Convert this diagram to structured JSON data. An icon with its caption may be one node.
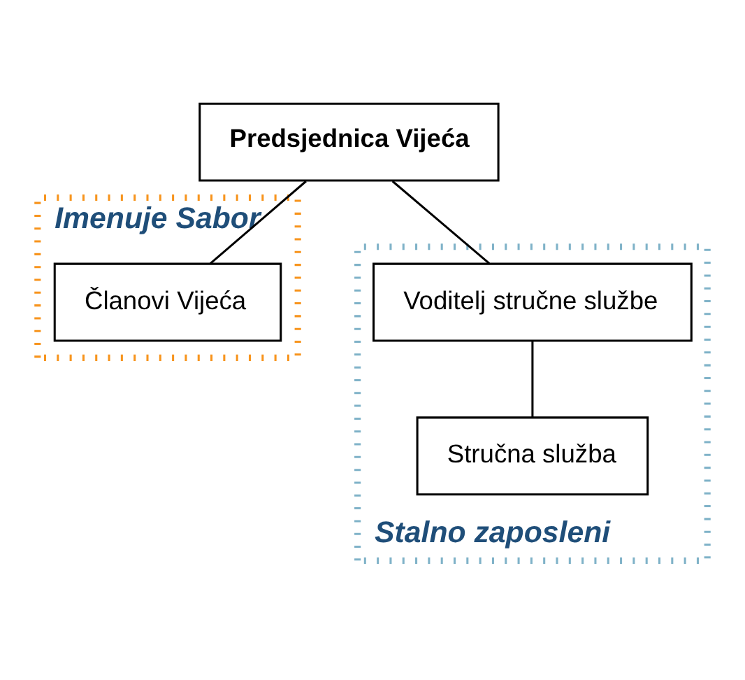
{
  "diagram": {
    "nodes": [
      {
        "text": [
          "Imenuje Sabor"
        ]
      },
      {
        "text": [
          "Stalno zaposleni"
        ]
      },
      {
        "text": [
          "Predsjednica Vijeća"
        ]
      },
      {
        "text": [
          "Članovi Vijeća"
        ],
        "in": 0
      },
      {
        "text": [
          "Voditelj stručne službe"
        ],
        "in": 1
      },
      {
        "text": [
          "Stručna služba"
        ],
        "in": 1
      }
    ],
    "edges": [
      {
        "from": 2,
        "to": 4,
        "arrow": "none"
      },
      {
        "from": 2,
        "to": 3,
        "arrow": "none"
      },
      {
        "from": 4,
        "to": 5,
        "arrow": "none"
      }
    ]
  }
}
